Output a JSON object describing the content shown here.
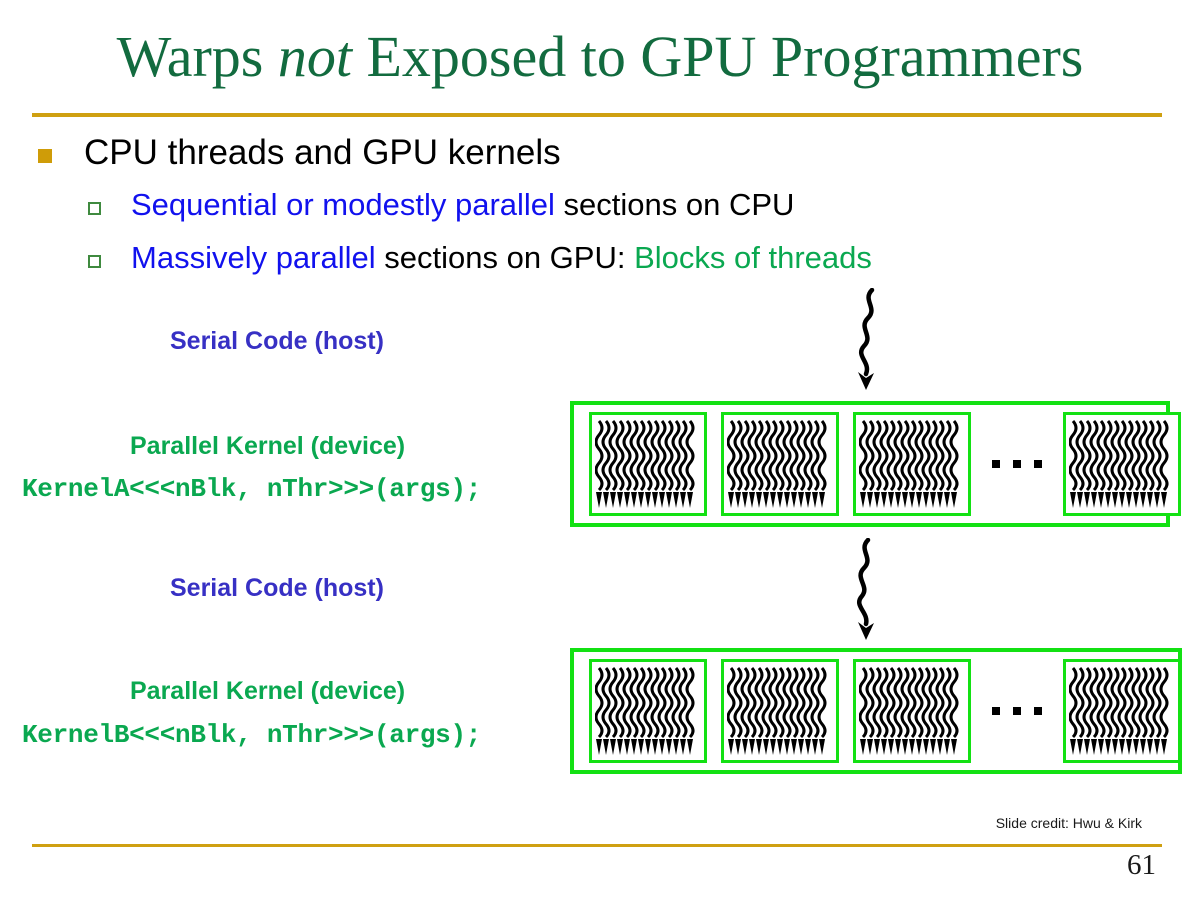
{
  "slide": {
    "title_part1": "Warps ",
    "title_emphasis": "not",
    "title_part2": " Exposed to GPU Programmers",
    "page_number": "61",
    "credit": "Slide credit: Hwu & Kirk",
    "accent_rule_color": "#cfa011",
    "title_color": "#126b3f"
  },
  "bullets": {
    "level1": {
      "text": "CPU threads and GPU kernels",
      "marker_color": "#cf9c08"
    },
    "level2": [
      {
        "highlight": "Sequential or modestly parallel",
        "highlight_color": "#1111ee",
        "rest": " sections on CPU",
        "tail": "",
        "tail_color": ""
      },
      {
        "highlight": "Massively parallel",
        "highlight_color": "#1111ee",
        "rest": " sections on GPU: ",
        "tail": "Blocks of threads",
        "tail_color": "#0aa850"
      }
    ]
  },
  "diagram": {
    "host_label_color": "#3730c4",
    "device_label_color": "#0aa850",
    "grid_border_color": "#13e113",
    "stage1": {
      "serial_label": "Serial Code (host)",
      "kernel_label": "Parallel Kernel (device)",
      "kernel_code": "KernelA<<<nBlk, nThr>>>(args);",
      "blocks": 3,
      "ellipsis": "...",
      "trailing_blocks": 1,
      "threads_per_block": 14
    },
    "stage2": {
      "serial_label": "Serial Code (host)",
      "kernel_label": "Parallel Kernel (device)",
      "kernel_code": "KernelB<<<nBlk, nThr>>>(args);",
      "blocks": 3,
      "ellipsis": "...",
      "trailing_blocks": 1,
      "threads_per_block": 14
    }
  }
}
